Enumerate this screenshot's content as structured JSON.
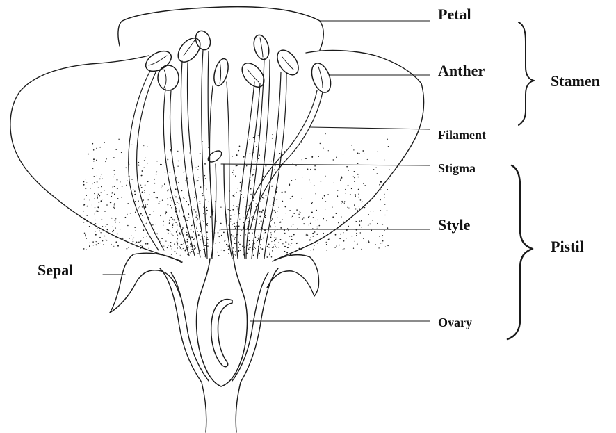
{
  "labels": {
    "petal": "Petal",
    "anther": "Anther",
    "filament": "Filament",
    "stigma": "Stigma",
    "style": "Style",
    "ovary": "Ovary",
    "stamen": "Stamen",
    "pistil": "Pistil",
    "sepal": "Sepal"
  },
  "colors": {
    "ink": "#1a1a1a",
    "background": "#ffffff"
  }
}
